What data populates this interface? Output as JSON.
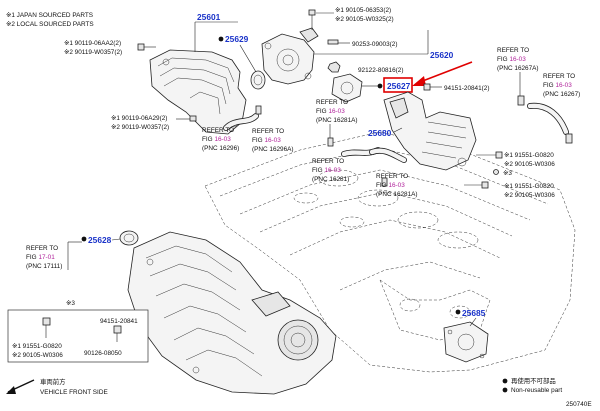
{
  "notes": {
    "n1": "※1  JAPAN SOURCED PARTS",
    "n2": "※2  LOCAL SOURCED PARTS"
  },
  "callouts": [
    {
      "key": "c25601",
      "label": "25601",
      "color": "#1a33c9"
    },
    {
      "key": "c25629",
      "label": "25629",
      "color": "#1a33c9"
    },
    {
      "key": "c25620",
      "label": "25620",
      "color": "#1a33c9"
    },
    {
      "key": "c25627",
      "label": "25627",
      "color": "#1a33c9"
    },
    {
      "key": "c25680",
      "label": "25680",
      "color": "#1a33c9"
    },
    {
      "key": "c25628",
      "label": "25628",
      "color": "#1a33c9"
    },
    {
      "key": "c25685",
      "label": "25685",
      "color": "#1a33c9"
    }
  ],
  "part_numbers": {
    "p_90105_06353": "※1 90105-06353(2)",
    "p_290105_w0325": "※2 90105-W0325(2)",
    "p_90119_06aa2": "※1 90119-06AA2(2)",
    "p_290119_w0357": "※2 90119-W0357(2)",
    "p_90253_09003": "90253-09003(2)",
    "p_92122_80816": "92122-80816(2)",
    "p_94151_20841_2": "94151-20841(2)",
    "p_90119_06a29": "※1 90119-06A29(2)",
    "p_290119_w0357b": "※2 90119-W0357(2)",
    "p_91551_g0820": "※1 91551-G0820",
    "p_290105_w0306": "※2 90105-W0306",
    "p_91551_g0820b": "※1 91551-G0820",
    "p_290105_w0306b": "※2 90105-W0306",
    "p_x3_right": "※3"
  },
  "refs": {
    "r1": {
      "prefix": "REFER TO",
      "fig_label": "FIG",
      "fig": "16-03",
      "pnc": "(PNC 16296)"
    },
    "r2": {
      "prefix": "REFER TO",
      "fig_label": "FIG",
      "fig": "16-03",
      "pnc": "(PNC 16296A)"
    },
    "r3": {
      "prefix": "REFER TO",
      "fig_label": "FIG",
      "fig": "16-03",
      "pnc": "(PNC 16281A)"
    },
    "r4": {
      "prefix": "REFER TO",
      "fig_label": "FIG",
      "fig": "16-03",
      "pnc": "(PNC 16281)"
    },
    "r5": {
      "prefix": "REFER TO",
      "fig_label": "FIG",
      "fig": "16-03",
      "pnc": "(PNC 16281A)"
    },
    "r6": {
      "prefix": "REFER TO",
      "fig_label": "FIG",
      "fig": "16-03",
      "pnc": "(PNC 16267A)"
    },
    "r7": {
      "prefix": "REFER TO",
      "fig_label": "FIG",
      "fig": "16-03",
      "pnc": "(PNC 16267)"
    },
    "r8": {
      "prefix": "REFER TO",
      "fig_label": "FIG",
      "fig": "17-01",
      "pnc": "(PNC 17111)"
    }
  },
  "inset": {
    "x3": "※3",
    "a1": "※1 91551-G0820",
    "a2": "※2 90105-W0306",
    "b1": "94151-20841",
    "b2": "90126-08050"
  },
  "footer": {
    "front_jp": "車両前方",
    "front_en": "VEHICLE FRONT SIDE",
    "legend_reuse_jp": "再使用不可部品",
    "legend_reuse_en": "Non-reusable part",
    "code": "250740E"
  },
  "colors": {
    "callout_blue": "#1a33c9",
    "fig_magenta": "#b0229a",
    "highlight_red": "#e00000"
  }
}
